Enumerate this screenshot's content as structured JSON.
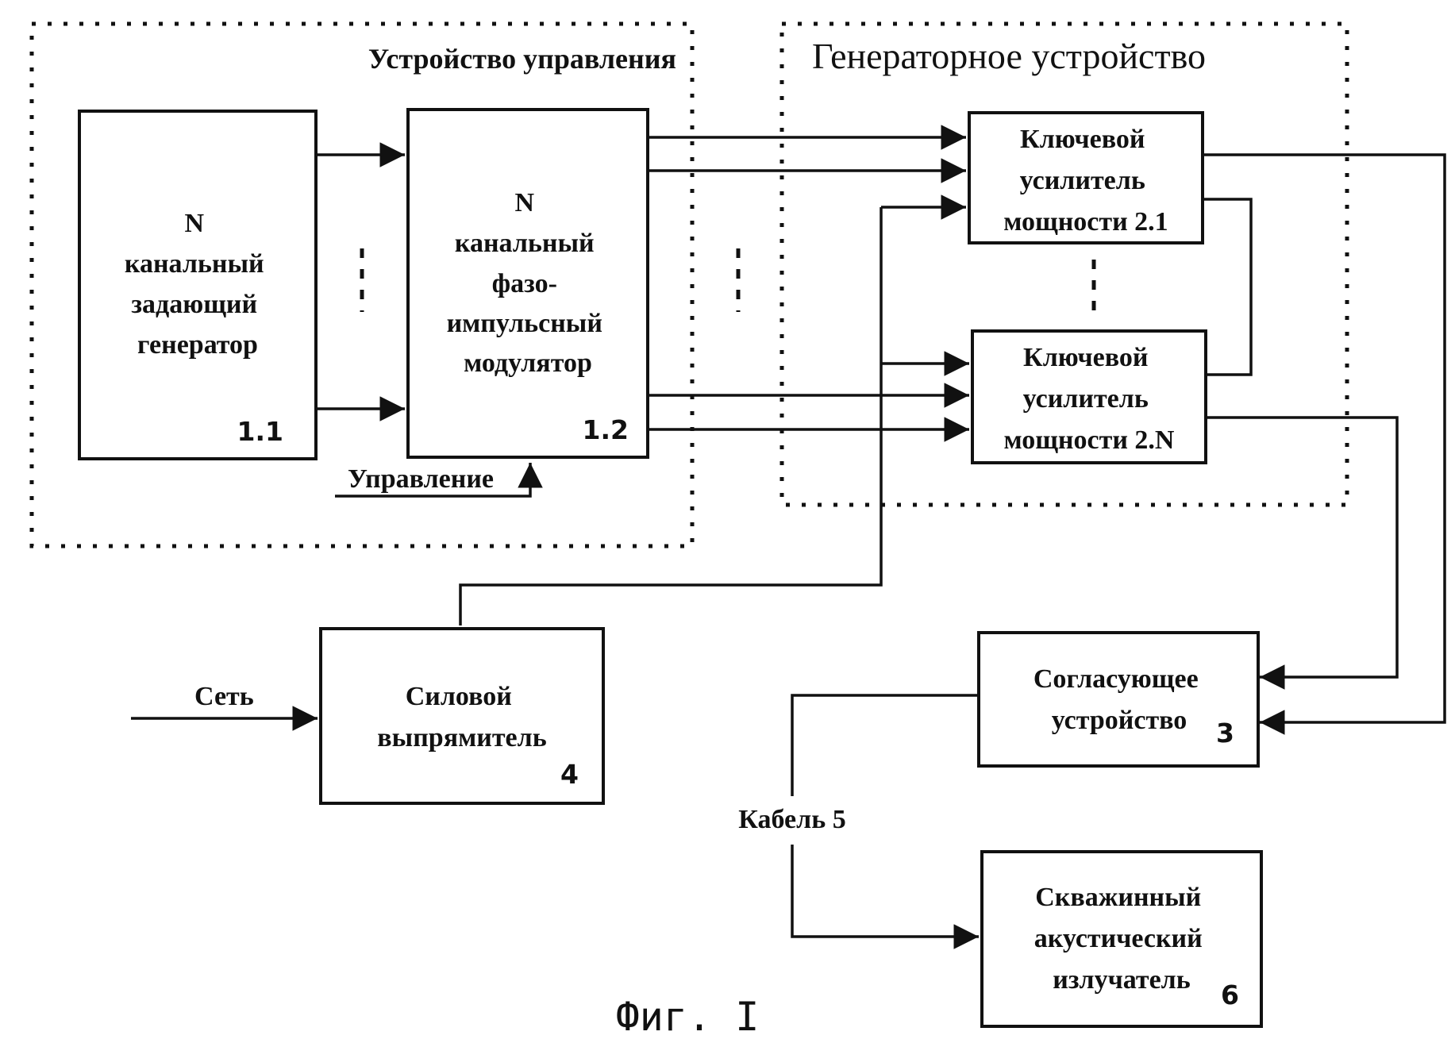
{
  "groups": {
    "control": "Устройство управления",
    "generator": "Генераторное устройство"
  },
  "blocks": {
    "master_osc": {
      "lines": [
        "N",
        "канальный",
        "задающий",
        "генератор"
      ],
      "number": "1.1"
    },
    "modulator": {
      "lines": [
        "N",
        "канальный",
        "фазо-",
        "импульсный",
        "модулятор"
      ],
      "number": "1.2"
    },
    "amp_1": {
      "lines": [
        "Ключевой",
        "усилитель",
        "мощности 2.1"
      ]
    },
    "amp_n": {
      "lines": [
        "Ключевой",
        "усилитель",
        "мощности 2.N"
      ]
    },
    "matching": {
      "lines": [
        "Согласующее",
        "устройство"
      ],
      "number": "3"
    },
    "rectifier": {
      "lines": [
        "Силовой",
        "выпрямитель"
      ],
      "number": "4"
    },
    "emitter": {
      "lines": [
        "Скважинный",
        "акустический",
        "излучатель"
      ],
      "number": "6"
    }
  },
  "labels": {
    "control_input": "Управление",
    "mains": "Сеть",
    "cable": "Кабель 5"
  },
  "caption": "Фиг. I"
}
